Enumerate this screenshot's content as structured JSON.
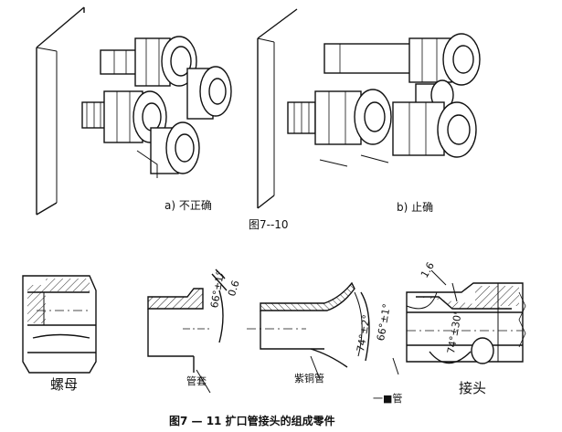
{
  "figure_top": {
    "caption": "图7--10",
    "panel_a_label": "a) 不正确",
    "panel_b_label": "b) 止确"
  },
  "figure_bottom": {
    "caption": "图7 — 11   扩口管接头的组成零件",
    "parts": {
      "nut": "螺母",
      "sleeve": "管套",
      "copper_tube": "紫铜管",
      "union": "接头",
      "tube_bottom": "一■管"
    },
    "dimensions": {
      "sleeve_angle": "66°±1°",
      "sleeve_flat": "0.6",
      "tube_angle_outer": "74°±2°",
      "tube_angle_inner": "66°±1°",
      "union_angle": "74°±30'",
      "union_flat": "1.6"
    }
  }
}
